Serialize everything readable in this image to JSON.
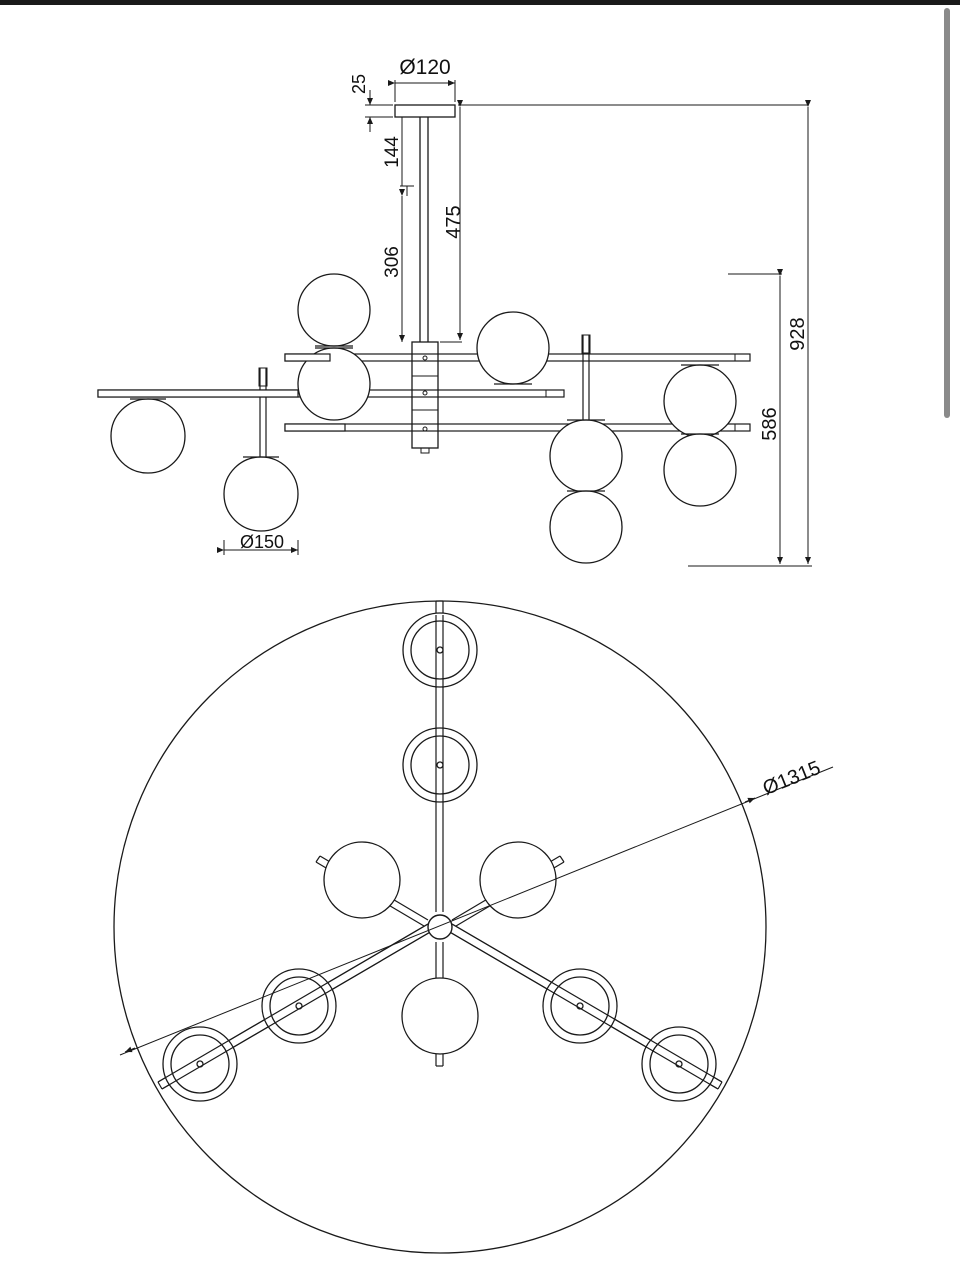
{
  "dimensions": {
    "canopy_diameter": "Ø120",
    "canopy_height": "25",
    "upper_rod_length": "144",
    "lower_rod_length": "306",
    "rod_total_length": "475",
    "overall_height": "928",
    "body_height": "586",
    "globe_diameter": "Ø150",
    "overall_diameter": "Ø1315"
  },
  "colors": {
    "line": "#1a1a1a",
    "topbar": "#1a1a1a",
    "scrollbar": "#8a8a8a"
  }
}
